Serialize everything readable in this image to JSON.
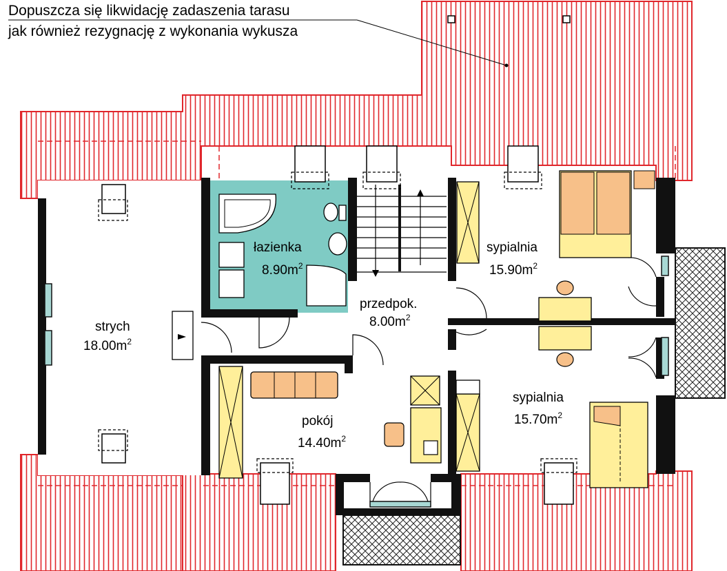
{
  "note": {
    "line1": "Dopuszcza się likwidację zadaszenia tarasu",
    "line2": "jak również rezygnację z wykonania wykusza"
  },
  "rooms": {
    "strych": {
      "name": "strych",
      "area": "18.00m",
      "sup": "2"
    },
    "lazienka": {
      "name": "łazienka",
      "area": "8.90m",
      "sup": "2"
    },
    "przedpok": {
      "name": "przedpok.",
      "area": "8.00m",
      "sup": "2"
    },
    "sypialnia_top": {
      "name": "sypialnia",
      "area": "15.90m",
      "sup": "2"
    },
    "sypialnia_bottom": {
      "name": "sypialnia",
      "area": "15.70m",
      "sup": "2"
    },
    "pokoj": {
      "name": "pokój",
      "area": "14.40m",
      "sup": "2"
    }
  },
  "colors": {
    "roof": "#e0262b",
    "wall": "#111111",
    "bathroom": "#7fcbc4",
    "furniture_yellow": "#ffef9a",
    "furniture_orange": "#f7c089",
    "glass": "#a8d8d4"
  }
}
